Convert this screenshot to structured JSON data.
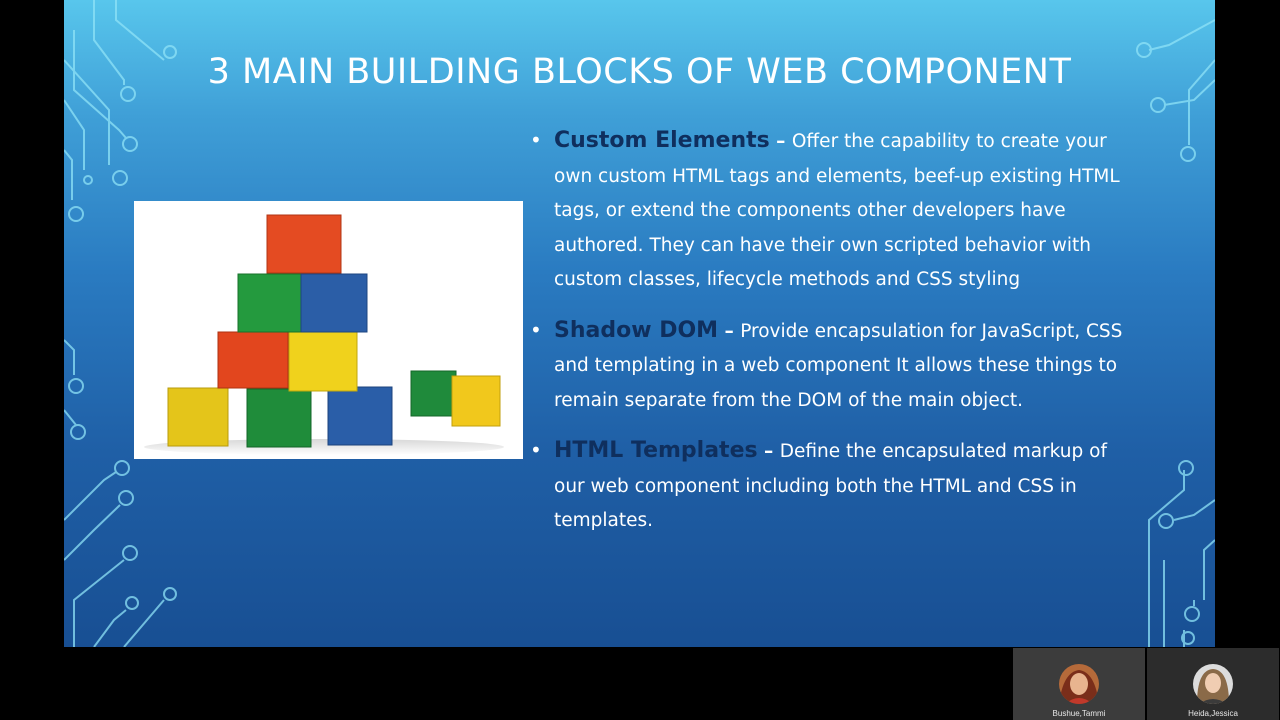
{
  "slide": {
    "title": "3 MAIN BUILDING BLOCKS OF WEB COMPONENT",
    "image_icon": "colored-blocks-image",
    "bullets": [
      {
        "term": "Custom Elements",
        "dash": " – ",
        "text": "Offer the capability to create your own custom HTML tags and elements, beef-up existing HTML tags, or extend the components other developers have authored. They can have their own scripted behavior with custom classes, lifecycle methods and CSS styling"
      },
      {
        "term": "Shadow DOM",
        "dash": " – ",
        "text": "Provide encapsulation for JavaScript, CSS and templating in a web component It allows these things to remain separate from the DOM of the main object."
      },
      {
        "term": "HTML Templates",
        "dash": " – ",
        "text": "Define the encapsulated markup of our web component including both the HTML and CSS in templates."
      }
    ]
  },
  "participants": [
    {
      "name": "Bushue,Tammi"
    },
    {
      "name": "Heida,Jessica"
    }
  ],
  "colors": {
    "term": "#0f2f5e",
    "background_top": "#58c6ec",
    "background_bottom": "#184f93"
  }
}
